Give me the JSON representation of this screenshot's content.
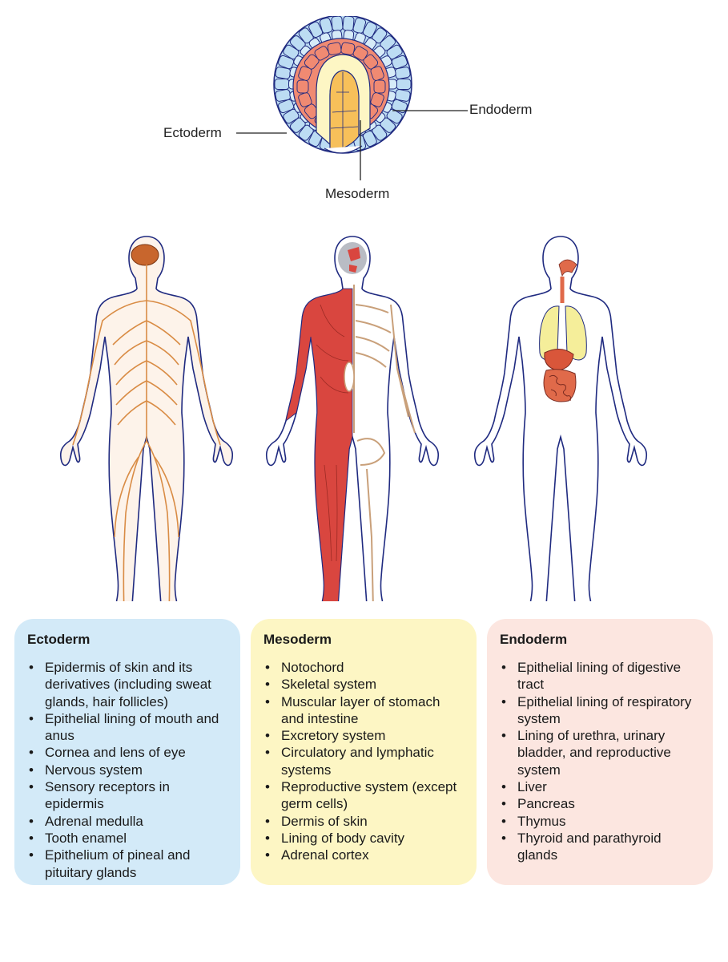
{
  "embryo": {
    "labels": {
      "ectoderm": "Ectoderm",
      "endoderm": "Endoderm",
      "mesoderm": "Mesoderm"
    }
  },
  "colors": {
    "ectoderm": "#d3eaf8",
    "mesoderm": "#fdf6c4",
    "endoderm": "#fce6e0",
    "outline": "#1f2a80",
    "nerve": "#d98c45",
    "muscle": "#d9463f",
    "lung": "#f5ee9a",
    "organ": "#e06a4a"
  },
  "boxes": [
    {
      "title": "Ectoderm",
      "items": [
        "Epidermis of skin and its derivatives (including sweat glands, hair follicles)",
        "Epithelial lining of mouth and anus",
        "Cornea and lens of eye",
        "Nervous system",
        "Sensory receptors in epidermis",
        "Adrenal medulla",
        "Tooth enamel",
        "Epithelium of pineal and pituitary glands"
      ]
    },
    {
      "title": "Mesoderm",
      "items": [
        "Notochord",
        "Skeletal system",
        "Muscular layer of stomach and intestine",
        "Excretory system",
        "Circulatory and lymphatic systems",
        "Reproductive system (except germ cells)",
        "Dermis of skin",
        "Lining of body cavity",
        "Adrenal cortex"
      ]
    },
    {
      "title": "Endoderm",
      "items": [
        "Epithelial lining of digestive tract",
        "Epithelial lining of respiratory system",
        "Lining of urethra, urinary bladder, and reproductive system",
        "Liver",
        "Pancreas",
        "Thymus",
        "Thyroid and parathyroid glands"
      ]
    }
  ]
}
